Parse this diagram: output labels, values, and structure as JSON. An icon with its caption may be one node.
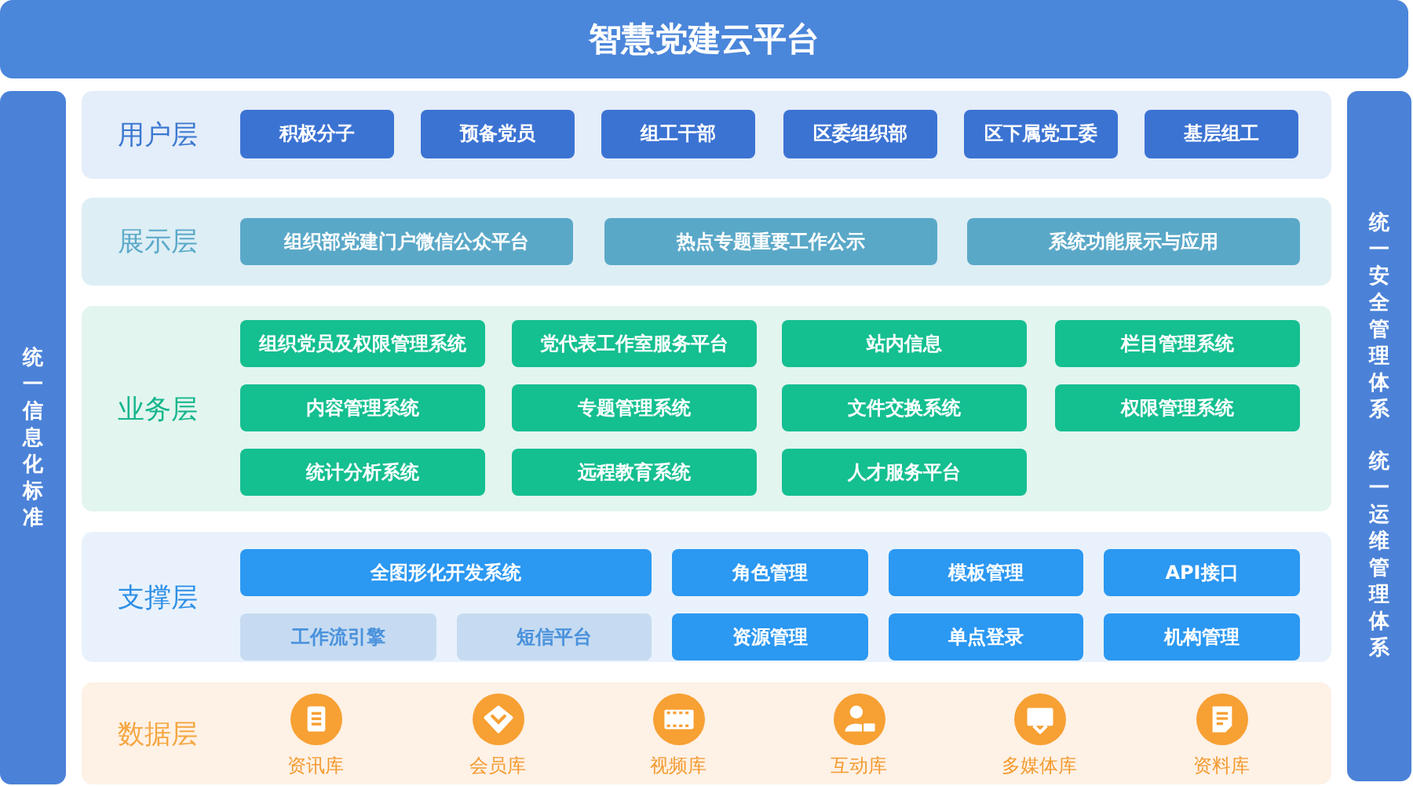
{
  "diagram": {
    "title": "智慧党建云平台",
    "nodes": [
      {
        "text": [
          "统一信息化标准"
        ]
      },
      {
        "text": [
          "用户层"
        ]
      },
      {
        "text": [
          "积极分子"
        ],
        "in": 1
      },
      {
        "text": [
          "预备党员"
        ],
        "in": 1
      },
      {
        "text": [
          "组工干部"
        ],
        "in": 1
      },
      {
        "text": [
          "区委组织部"
        ],
        "in": 1
      },
      {
        "text": [
          "区下属党工委"
        ],
        "in": 1
      },
      {
        "text": [
          "基层组工"
        ],
        "in": 1
      },
      {
        "text": [
          "展示层"
        ]
      },
      {
        "text": [
          "组织部党建门户微信公众平台"
        ],
        "in": 8
      },
      {
        "text": [
          "热点专题重要工作公示"
        ],
        "in": 8
      },
      {
        "text": [
          "系统功能展示与应用"
        ],
        "in": 8
      },
      {
        "text": [
          "业务层"
        ]
      },
      {
        "text": [
          "组织党员及权限管理系统"
        ],
        "in": 12
      },
      {
        "text": [
          "党代表工作室服务平台"
        ],
        "in": 12
      },
      {
        "text": [
          "站内信息"
        ],
        "in": 12
      },
      {
        "text": [
          "栏目管理系统"
        ],
        "in": 12
      },
      {
        "text": [
          "内容管理系统"
        ],
        "in": 12
      },
      {
        "text": [
          "专题管理系统"
        ],
        "in": 12
      },
      {
        "text": [
          "文件交换系统"
        ],
        "in": 12
      },
      {
        "text": [
          "权限管理系统"
        ],
        "in": 12
      },
      {
        "text": [
          "统计分析系统"
        ],
        "in": 12
      },
      {
        "text": [
          "远程教育系统"
        ],
        "in": 12
      },
      {
        "text": [
          "人才服务平台"
        ],
        "in": 12
      },
      {
        "text": [
          "支撑层"
        ]
      },
      {
        "text": [
          "全图形化开发系统"
        ],
        "in": 24
      },
      {
        "text": [
          "角色管理"
        ],
        "in": 24
      },
      {
        "text": [
          "模板管理"
        ],
        "in": 24
      },
      {
        "text": [
          "API接口"
        ],
        "in": 24
      },
      {
        "text": [
          "工作流引擎"
        ],
        "in": 24
      },
      {
        "text": [
          "短信平台"
        ],
        "in": 24
      },
      {
        "text": [
          "资源管理"
        ],
        "in": 24
      },
      {
        "text": [
          "单点登录"
        ],
        "in": 24
      },
      {
        "text": [
          "机构管理"
        ],
        "in": 24
      },
      {
        "text": [
          "数据层"
        ]
      },
      {
        "text": [
          "资讯库"
        ],
        "in": 34
      },
      {
        "text": [
          "会员库"
        ],
        "in": 34
      },
      {
        "text": [
          "视频库"
        ],
        "in": 34
      },
      {
        "text": [
          "互动库"
        ],
        "in": 34
      },
      {
        "text": [
          "多媒体库"
        ],
        "in": 34
      },
      {
        "text": [
          "资料库"
        ],
        "in": 34
      },
      {
        "text": [
          "统一安全管理体系",
          "统一运维管理体系"
        ]
      }
    ]
  }
}
